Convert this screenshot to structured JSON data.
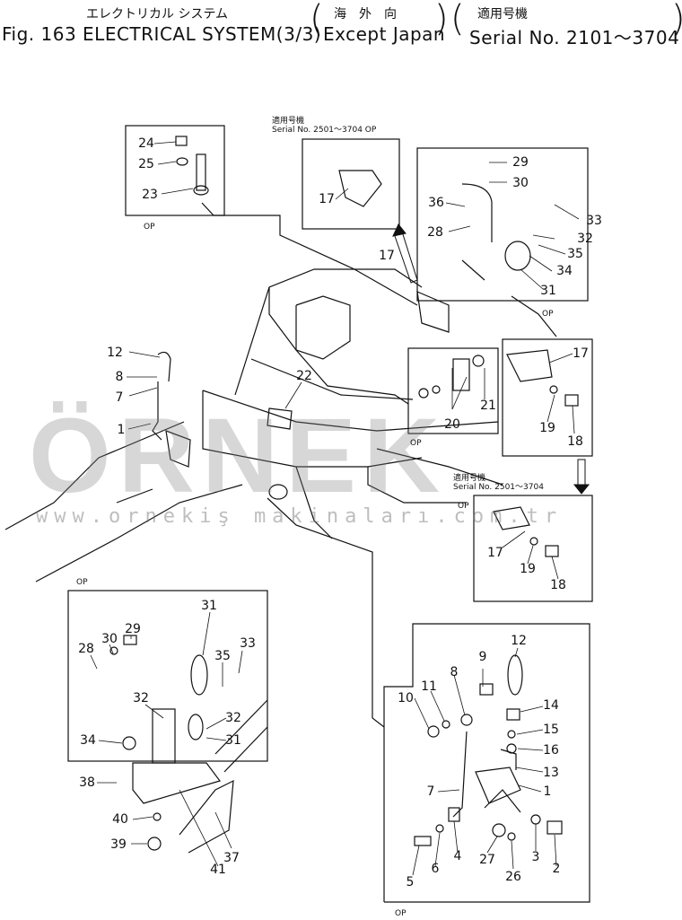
{
  "header": {
    "japanese_title": "エレクトリカル システム",
    "title": "Fig. 163 ELECTRICAL SYSTEM(3/3)",
    "region_ja": "海　外　向",
    "region_en": "Except Japan",
    "serial_ja": "適用号機",
    "serial_en": "Serial No. 2101～3704"
  },
  "inset_notes": {
    "serial_ja": "適用号機",
    "serial_en": "Serial No. 2501～3704",
    "serial_en_op": "Serial No. 2501～3704  OP",
    "op": "OP"
  },
  "watermark": {
    "brand": "ÖRNEK",
    "url": "www.ornekiş makinaları.com.tr"
  },
  "part_numbers": [
    "24",
    "25",
    "23",
    "17",
    "29",
    "30",
    "36",
    "33",
    "28",
    "32",
    "35",
    "34",
    "31",
    "17",
    "12",
    "8",
    "7",
    "1",
    "22",
    "17",
    "21",
    "20",
    "19",
    "18",
    "17",
    "19",
    "18",
    "31",
    "29",
    "30",
    "28",
    "35",
    "33",
    "32",
    "32",
    "34",
    "31",
    "38",
    "40",
    "39",
    "41",
    "37",
    "9",
    "12",
    "10",
    "11",
    "8",
    "14",
    "15",
    "16",
    "13",
    "7",
    "1",
    "5",
    "6",
    "4",
    "27",
    "26",
    "3",
    "2"
  ]
}
